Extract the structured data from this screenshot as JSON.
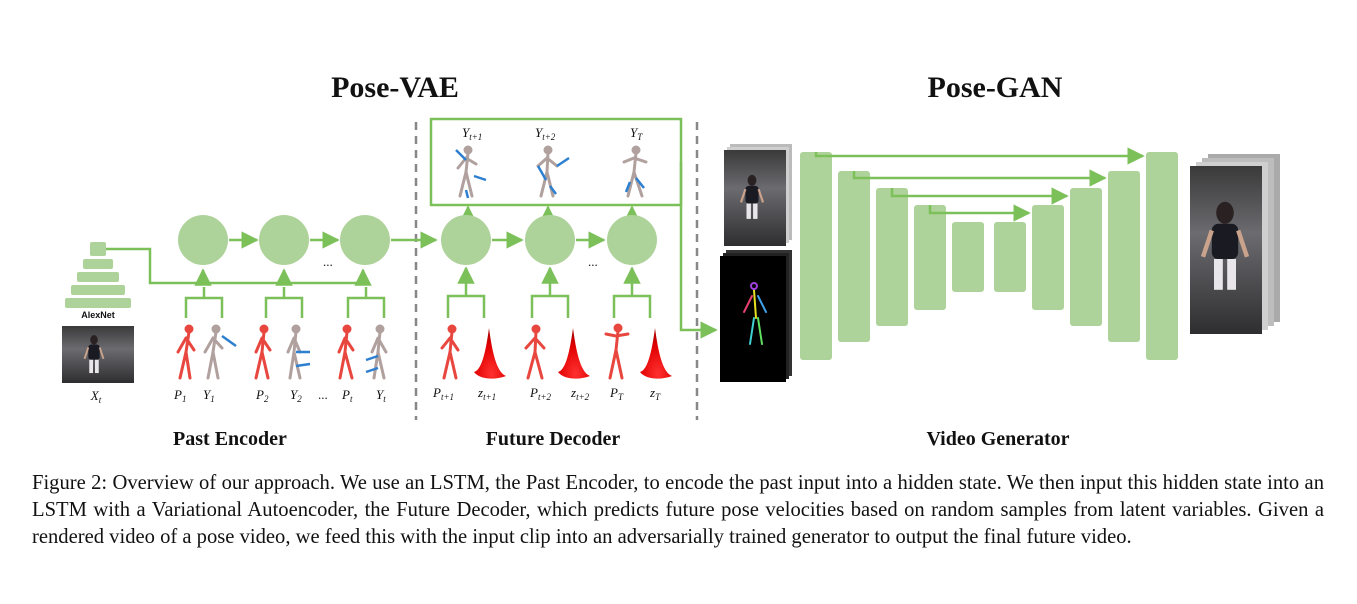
{
  "headings": {
    "pose_vae": "Pose-VAE",
    "pose_gan": "Pose-GAN"
  },
  "sections": {
    "past_encoder": "Past Encoder",
    "future_decoder": "Future Decoder",
    "video_generator": "Video Generator"
  },
  "alexnet_label": "AlexNet",
  "input_label": {
    "main": "X",
    "sub": "t"
  },
  "past_inputs": [
    {
      "main": "P",
      "sub": "1"
    },
    {
      "main": "Y",
      "sub": "1"
    },
    {
      "main": "P",
      "sub": "2"
    },
    {
      "main": "Y",
      "sub": "2"
    },
    {
      "main": "P",
      "sub": "t"
    },
    {
      "main": "Y",
      "sub": "t"
    }
  ],
  "future_inputs": [
    {
      "main": "P",
      "sub": "t+1"
    },
    {
      "main": "z",
      "sub": "t+1"
    },
    {
      "main": "P",
      "sub": "t+2"
    },
    {
      "main": "z",
      "sub": "t+2"
    },
    {
      "main": "P",
      "sub": "T"
    },
    {
      "main": "z",
      "sub": "T"
    }
  ],
  "future_outputs": [
    {
      "main": "Y",
      "sub": "t+1"
    },
    {
      "main": "Y",
      "sub": "t+2"
    },
    {
      "main": "Y",
      "sub": "T"
    }
  ],
  "ellipsis": "...",
  "caption": "Figure 2: Overview of our approach. We use an LSTM, the Past Encoder, to encode the past input into a hidden state. We then input this hidden state into an LSTM with a Variational Autoencoder, the Future Decoder, which predicts future pose velocities based on random samples from latent variables. Given a rendered video of a pose video, we feed this with the input clip into an adversarially trained generator to output the final future video.",
  "colors": {
    "green_fill": "#aed39a",
    "green_line": "#7cc05a",
    "pose_red": "#e8473f",
    "pose_gray": "#b0a09e",
    "arrow_blue": "#2d7fd0",
    "latent_red": "#ee1111",
    "divider_gray": "#888888"
  }
}
